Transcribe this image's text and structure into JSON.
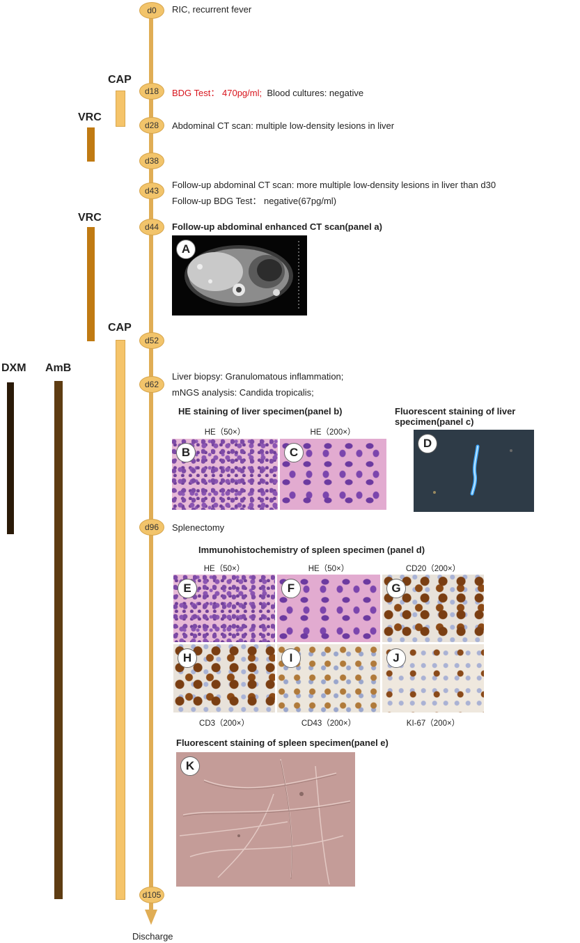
{
  "timeline": {
    "days": [
      "d0",
      "d18",
      "d28",
      "d38",
      "d43",
      "d44",
      "d52",
      "d62",
      "d96",
      "d105"
    ],
    "end_label": "Discharge"
  },
  "events": {
    "d0": "RIC, recurrent fever",
    "d18_red": "BDG Test： 470pg/ml;",
    "d18_rest": "Blood cultures: negative",
    "d28": "Abdominal CT scan: multiple low-density lesions in liver",
    "d43_line1": "Follow-up abdominal CT scan: more multiple low-density lesions in liver than d30",
    "d43_line2": "Follow-up BDG Test： negative(67pg/ml)",
    "d44": "Follow-up abdominal enhanced CT scan(panel a)",
    "d62_line1": "Liver biopsy: Granulomatous inflammation;",
    "d62_line2": "mNGS analysis: Candida tropicalis;",
    "d96": "Splenectomy"
  },
  "drugs": {
    "cap": "CAP",
    "vrc": "VRC",
    "dxm": "DXM",
    "amb": "AmB"
  },
  "sections": {
    "he_liver": "HE staining of liver specimen(panel b)",
    "fluor_liver": "Fluorescent staining of liver specimen(panel c)",
    "ihc_spleen": "Immunohistochemistry of spleen specimen (panel d)",
    "fluor_spleen": "Fluorescent staining of spleen specimen(panel e)"
  },
  "captions": {
    "B": "HE（50×）",
    "C": "HE（200×）",
    "E": "HE（50×）",
    "F": "HE（50×）",
    "G": "CD20（200×）",
    "H": "CD3（200×）",
    "I": "CD43（200×）",
    "J": "KI-67（200×）"
  },
  "panels": {
    "A": "A",
    "B": "B",
    "C": "C",
    "D": "D",
    "E": "E",
    "F": "F",
    "G": "G",
    "H": "H",
    "I": "I",
    "J": "J",
    "K": "K"
  },
  "colors": {
    "timeline": "#e0ad55",
    "node": "#f2c46b",
    "cap_bar": "#f5c46a",
    "vrc_bar": "#c07a12",
    "dxm_bar": "#2a1a08",
    "amb_bar": "#5e3c12",
    "highlight": "#d8141c"
  }
}
